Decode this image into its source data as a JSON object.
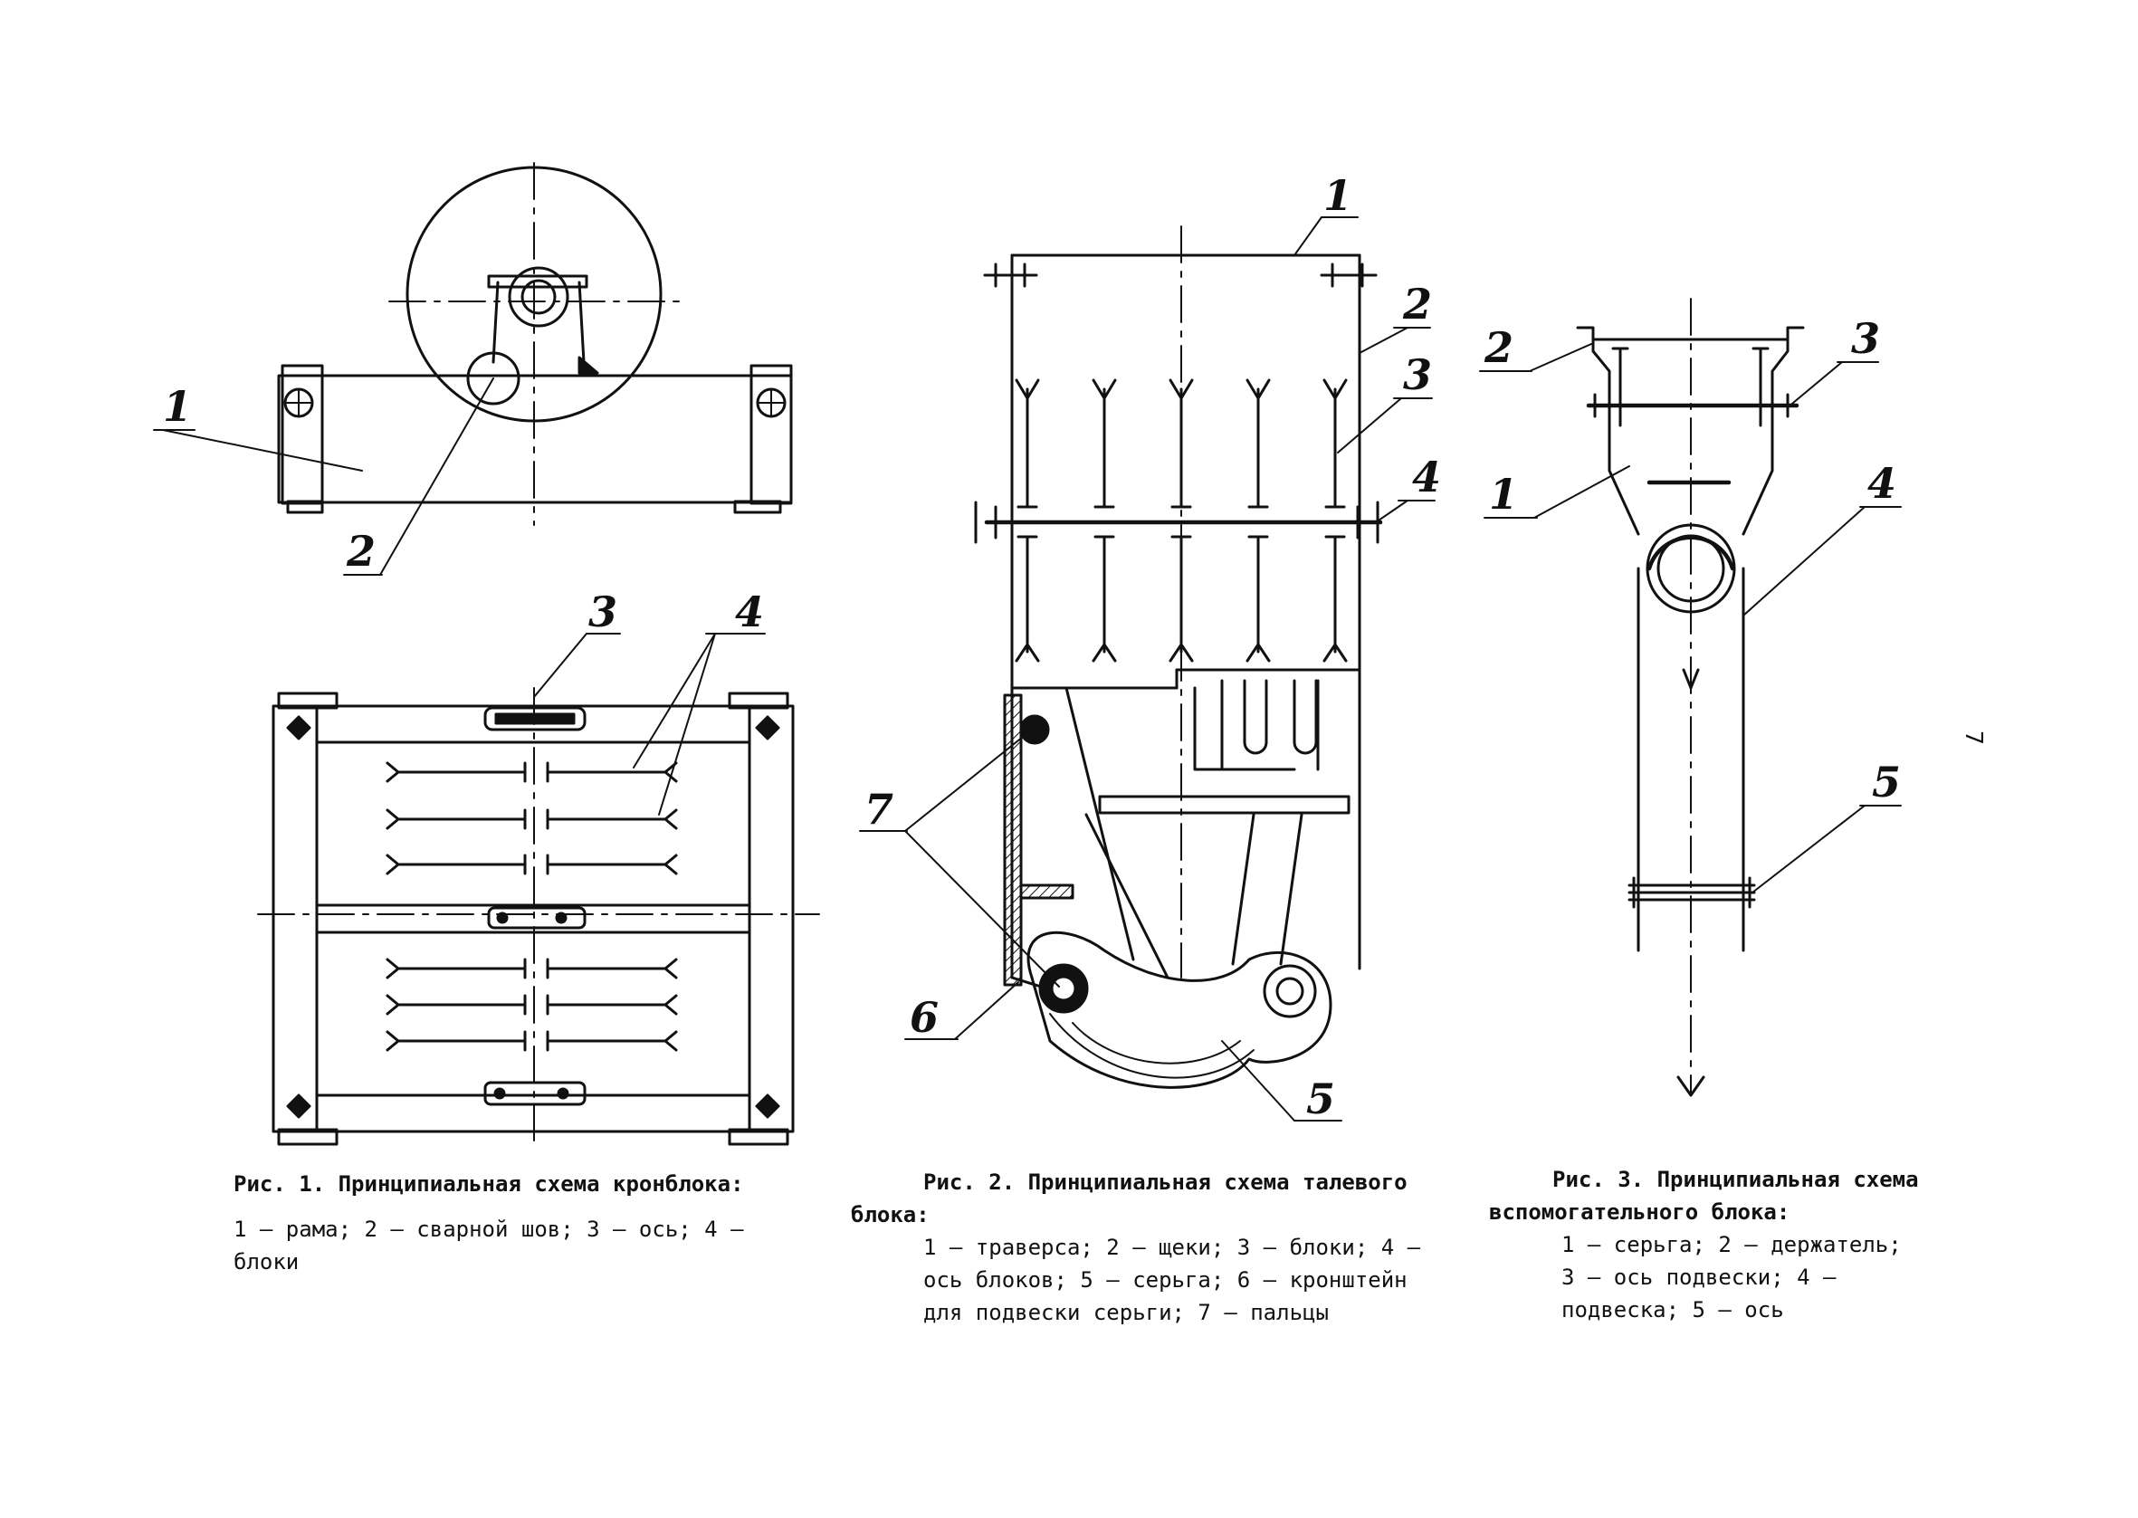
{
  "figures": [
    {
      "id": "fig1",
      "caption_title": "Рис. 1. Принципиальная схема кронблока:",
      "caption_items": "1 – рама; 2 – сварной шов; 3 – ось; 4 – блоки",
      "callouts": [
        "1",
        "2",
        "3",
        "4"
      ]
    },
    {
      "id": "fig2",
      "caption_title": "Рис. 2. Принципиальная схема талевого блока:",
      "caption_items": "1 – траверса; 2 – щеки; 3 – блоки; 4 – ось блоков; 5 – серьга; 6 – кронштейн для подвески серьги; 7 – пальцы",
      "callouts": [
        "1",
        "2",
        "3",
        "4",
        "5",
        "6",
        "7"
      ]
    },
    {
      "id": "fig3",
      "caption_title": "Рис. 3. Принципиальная схема вспомогательного блока:",
      "caption_items": "1 – серьга; 2 – держатель; 3 – ось подвески; 4 – подвеска; 5 – ось",
      "callouts": [
        "1",
        "2",
        "3",
        "4",
        "5"
      ]
    }
  ],
  "page_number": "7"
}
